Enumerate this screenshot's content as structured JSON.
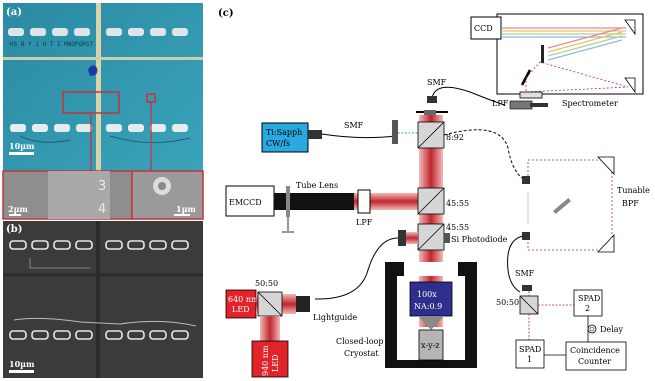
{
  "panels": {
    "a": "(a)",
    "b": "(b)",
    "c": "(c)"
  },
  "micrograph_a": {
    "scale_main": "10µm",
    "inset_left_scale": "2µm",
    "inset_right_scale": "1µm",
    "inset_digits": [
      "3",
      "4"
    ],
    "chip_text_top": "HS B Y J H T I   MNOPQRST"
  },
  "micrograph_b": {
    "scale": "10µm"
  },
  "setup": {
    "ccd": "CCD",
    "spectrometer": "Spectrometer",
    "smf_top": "SMF",
    "lpf_top": "LPF",
    "laser": [
      "Ti:Sapph",
      "CW/fs"
    ],
    "smf_left": "SMF",
    "bs_892": "8:92",
    "emccd": "EMCCD",
    "tube_lens": "Tube Lens",
    "lpf_mid": "LPF",
    "bs_4555a": "45:55",
    "bs_4555b": "45:55",
    "photodiode": "Si Photodiode",
    "tunable_bpf": [
      "Tunable",
      "BPF"
    ],
    "objective": [
      "100x",
      "NA:0.9"
    ],
    "stage": "x-y-z",
    "cryostat": [
      "Closed-loop",
      "Cryostat"
    ],
    "led_640": [
      "640 nm",
      "LED"
    ],
    "led_940": [
      "940 nm",
      "LED"
    ],
    "bs_5050_left": "50:50",
    "lightguide": "Lightguide",
    "smf_right": "SMF",
    "bs_5050_right": "50:50",
    "spad2": [
      "SPAD",
      "2"
    ],
    "spad1": [
      "SPAD",
      "1"
    ],
    "delay": "Delay",
    "coincidence": [
      "Coincidence",
      "Counter"
    ]
  },
  "colors": {
    "chip_teal": "#2f8fa8",
    "laser_blue": "#29a9e0",
    "beam_red": "#c0272d",
    "led_red": "#e0242a",
    "objective_navy": "#2e2e8c",
    "panel_frame_red": "#c8323a",
    "path_magenta": "#b0208a"
  }
}
